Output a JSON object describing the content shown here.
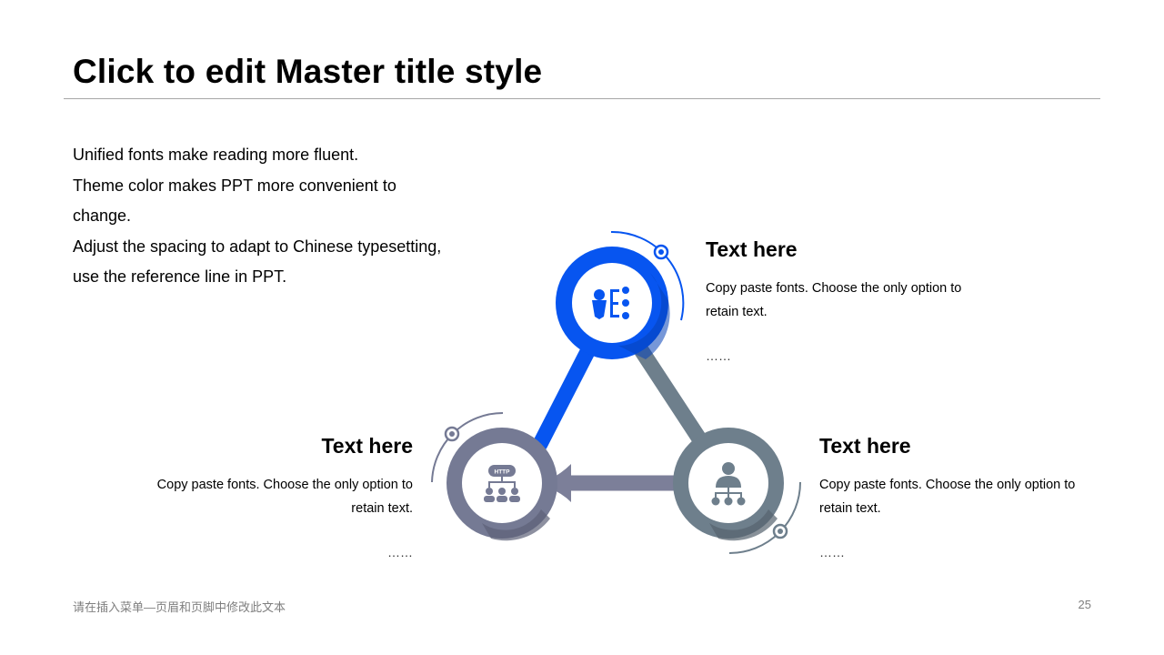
{
  "slide": {
    "title": "Click to edit Master title style",
    "intro_lines": [
      "Unified fonts make reading more fluent.",
      "Theme color makes PPT more convenient to",
      "change.",
      "Adjust the spacing to adapt to Chinese typesetting,",
      "use the reference line in PPT."
    ]
  },
  "blocks": {
    "top": {
      "heading": "Text here",
      "line1": "Copy paste fonts. Choose the only option to",
      "line2": "retain text.",
      "dots": "……"
    },
    "left": {
      "heading": "Text here",
      "line1": "Copy paste fonts. Choose the only option to",
      "line2": "retain text.",
      "dots": "……"
    },
    "right": {
      "heading": "Text here",
      "line1": "Copy paste fonts. Choose the only option to",
      "line2": "retain text.",
      "dots": "……"
    }
  },
  "diagram": {
    "nodes": {
      "top": {
        "icon": "operator-list-icon",
        "color": "#0755f0",
        "shade": "#0541b8"
      },
      "left": {
        "icon": "http-network-icon",
        "color": "#757a94",
        "shade": "#5d6178",
        "label": "HTTP"
      },
      "right": {
        "icon": "user-hierarchy-icon",
        "color": "#6e7f8c",
        "shade": "#55626d"
      }
    },
    "connectors": {
      "top_left": "#0755f0",
      "top_right": "#6e7f8c",
      "left_right": "#7c7f99"
    }
  },
  "footer": {
    "text": "请在插入菜单—页眉和页脚中修改此文本",
    "page": "25"
  }
}
